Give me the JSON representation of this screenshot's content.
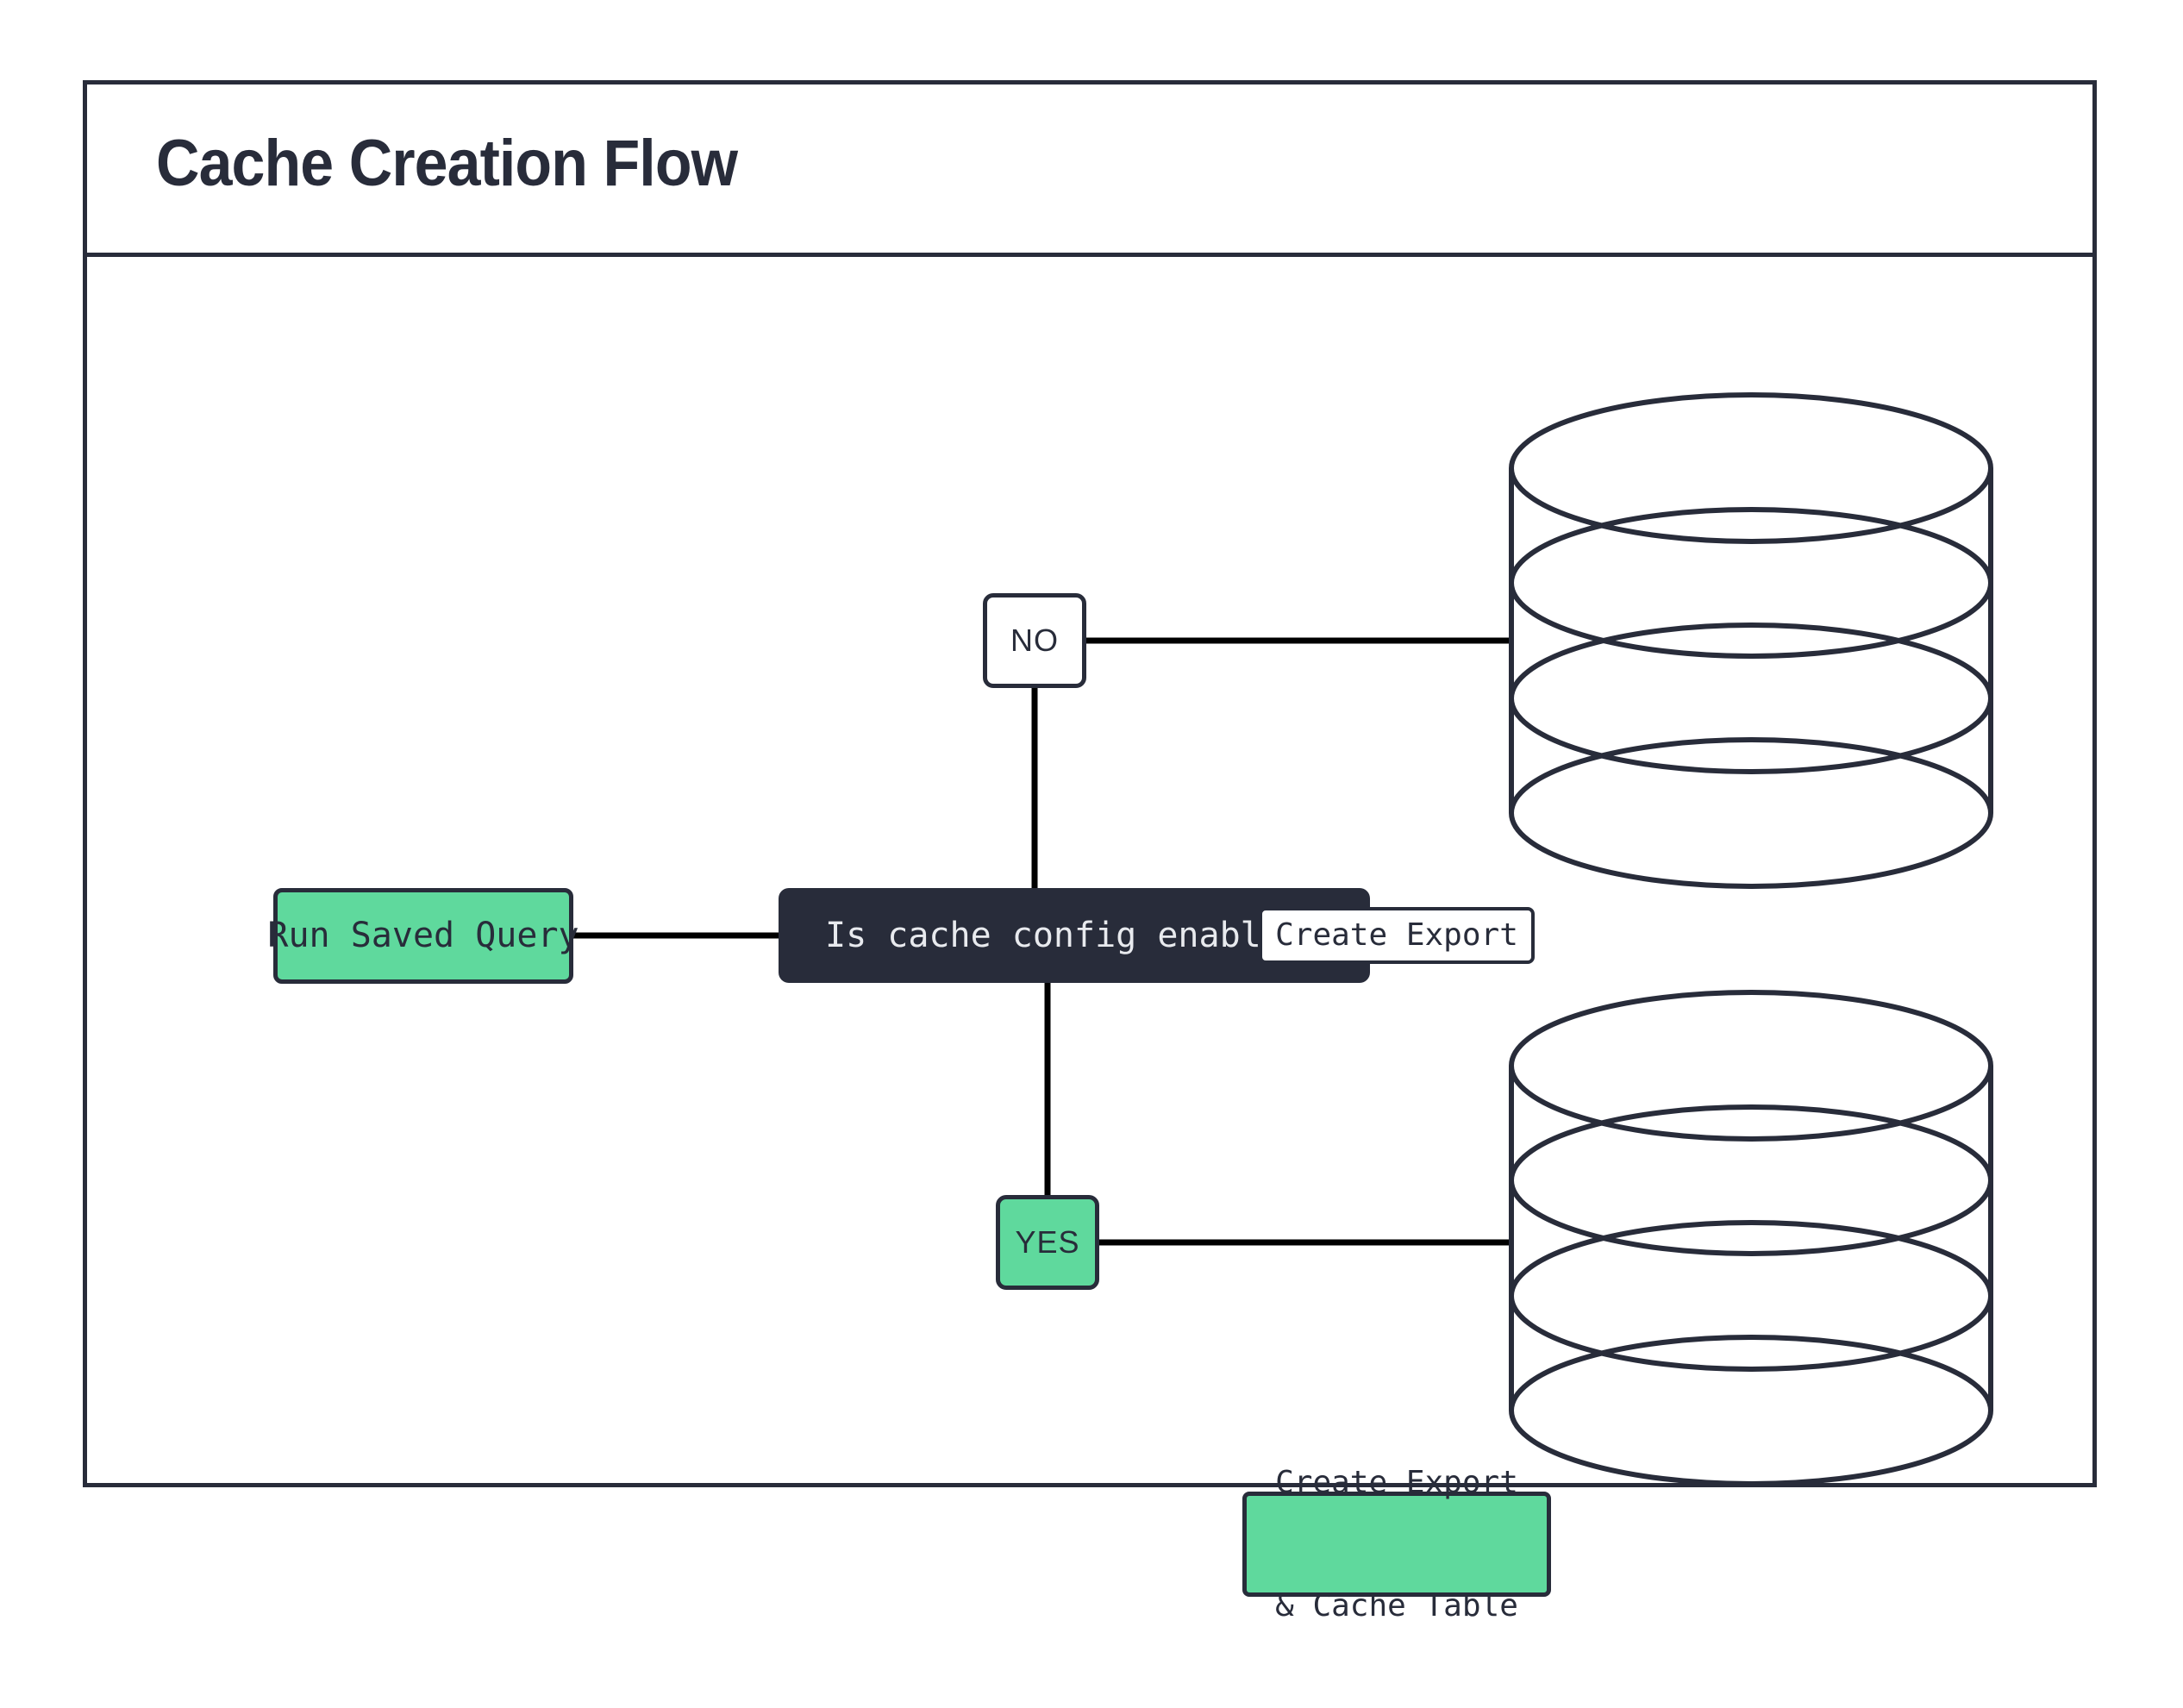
{
  "diagram": {
    "title": "Cache Creation Flow",
    "type": "flowchart",
    "colors": {
      "ink": "#282c3a",
      "accent_green": "#5fd99d",
      "surface": "#ffffff",
      "dark_text": "#e8eaee"
    },
    "nodes": [
      {
        "id": "run-saved-query",
        "label": "Run Saved Query",
        "shape": "rounded-rect",
        "fill": "green"
      },
      {
        "id": "decision",
        "label": "Is cache config enabled?",
        "shape": "rounded-rect",
        "fill": "dark"
      },
      {
        "id": "branch-no",
        "label": "NO",
        "shape": "rounded-rect",
        "fill": "white"
      },
      {
        "id": "branch-yes",
        "label": "YES",
        "shape": "rounded-rect",
        "fill": "green"
      },
      {
        "id": "db-export",
        "label": "Create Export",
        "shape": "cylinder",
        "fill": "white"
      },
      {
        "id": "db-export-cache",
        "label_line1": "Create Export",
        "label_line2": "& Cache Table",
        "shape": "cylinder",
        "fill": "green"
      }
    ],
    "edges": [
      {
        "from": "run-saved-query",
        "to": "decision",
        "label": ""
      },
      {
        "from": "decision",
        "to": "branch-no",
        "label": ""
      },
      {
        "from": "decision",
        "to": "branch-yes",
        "label": ""
      },
      {
        "from": "branch-no",
        "to": "db-export",
        "label": ""
      },
      {
        "from": "branch-yes",
        "to": "db-export-cache",
        "label": ""
      }
    ]
  }
}
